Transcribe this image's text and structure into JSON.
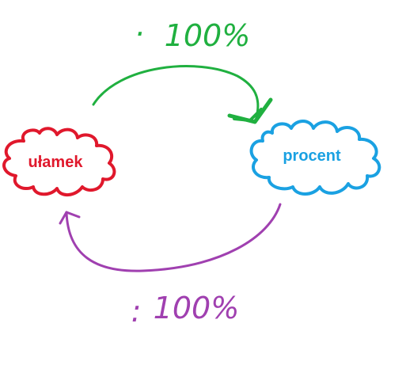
{
  "nodes": {
    "fraction": {
      "label": "ułamek"
    },
    "percent": {
      "label": "procent"
    }
  },
  "edges": {
    "to_percent": {
      "operator": "·",
      "label": "100%"
    },
    "to_fraction": {
      "operator": ":",
      "label": "100%"
    }
  },
  "colors": {
    "fraction": "#e0182c",
    "percent": "#1aa1e2",
    "to_percent": "#20b040",
    "to_fraction": "#a040b0"
  }
}
